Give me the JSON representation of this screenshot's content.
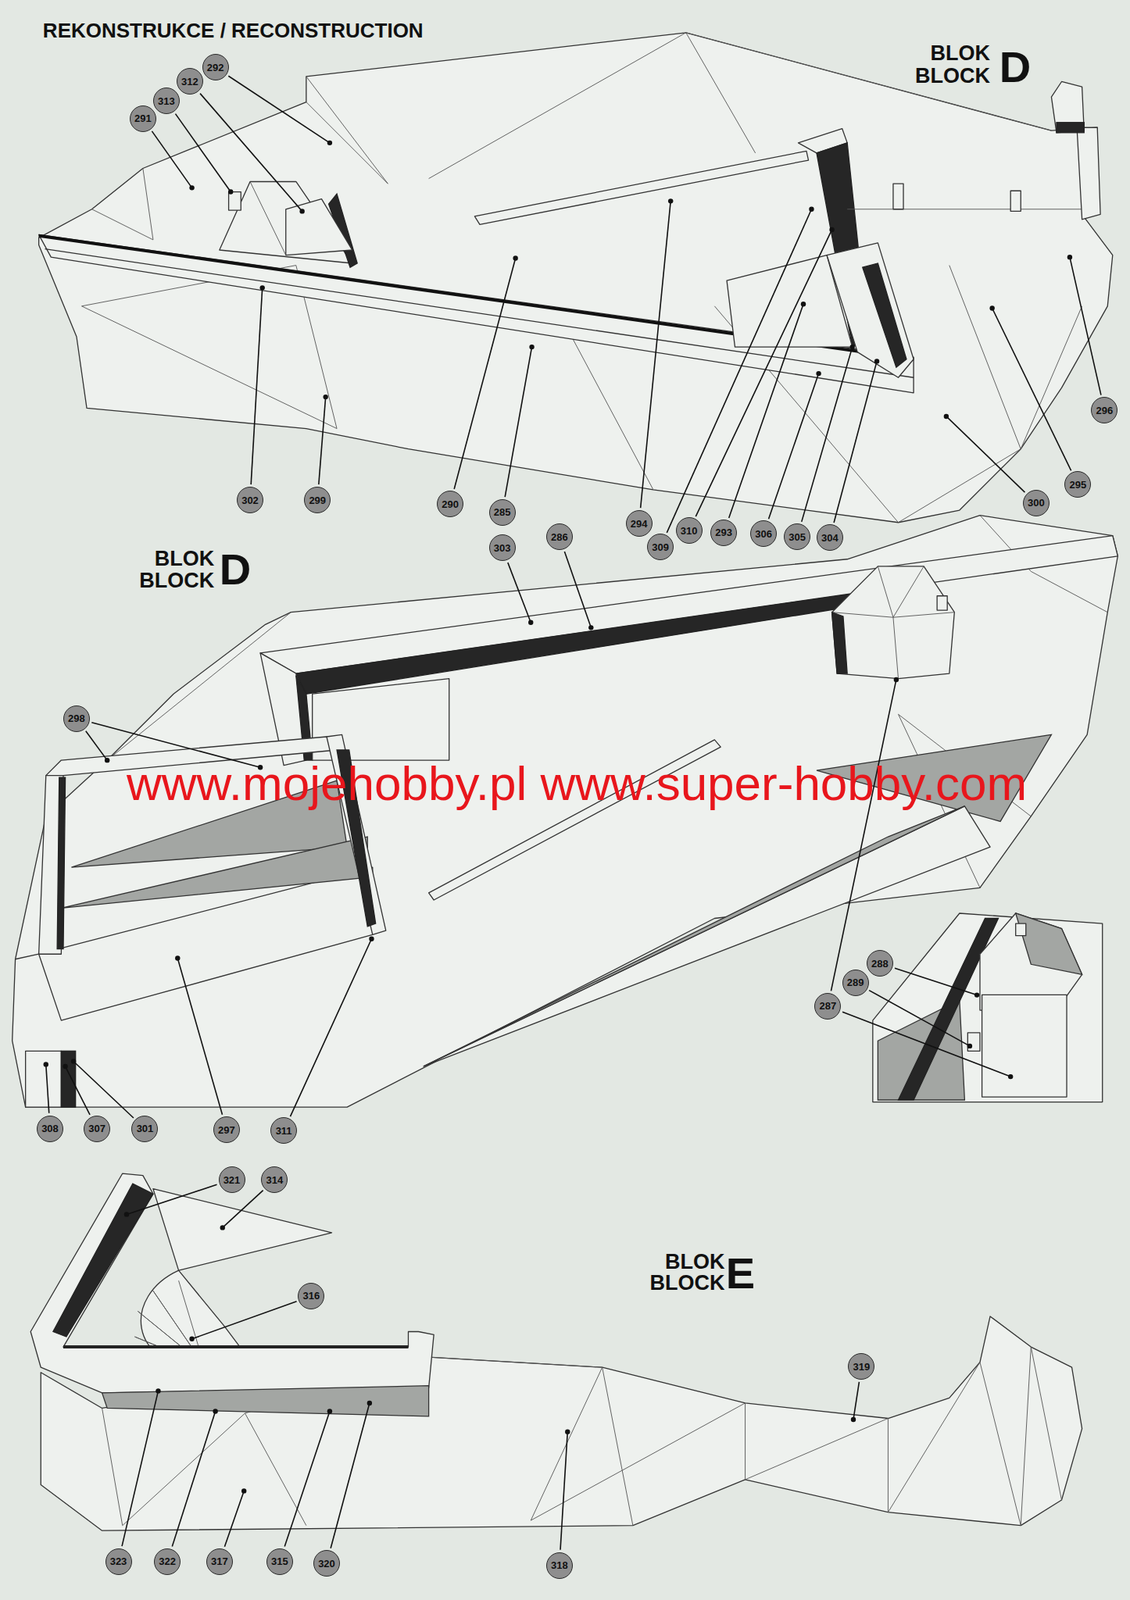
{
  "diagram": {
    "title": "REKONSTRUKCE / RECONSTRUCTION",
    "labels": [
      "BLOK",
      "BLOCK",
      "D",
      "291",
      "313",
      "312",
      "292",
      "302",
      "299",
      "290",
      "285",
      "294",
      "309",
      "310",
      "293",
      "306",
      "305",
      "304",
      "300",
      "295",
      "296",
      "BLOK",
      "BLOCK",
      "D",
      "303",
      "286",
      "298",
      "www.mojehobby.pl www.super-hobby.com",
      "288",
      "289",
      "287",
      "308",
      "307",
      "301",
      "297",
      "311",
      "321",
      "314",
      "316",
      "BLOK",
      "BLOCK",
      "E",
      "319",
      "323",
      "322",
      "317",
      "315",
      "320",
      "318"
    ]
  }
}
